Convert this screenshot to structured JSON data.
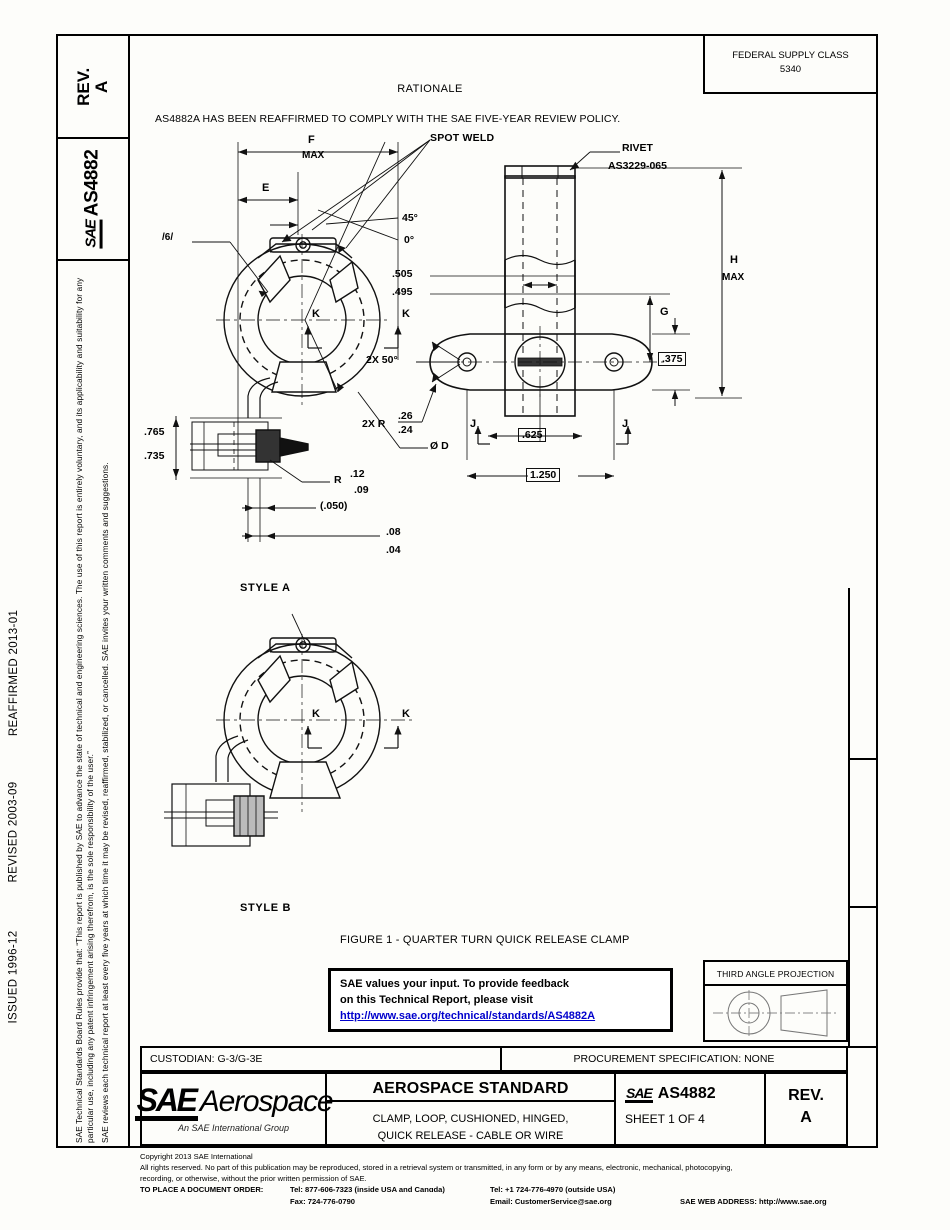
{
  "sidebar": {
    "rev_label": "REV.",
    "rev_value": "A",
    "sae_mark": "SAE",
    "as_number": "AS4882",
    "legal_paragraph_1": "SAE Technical Standards Board Rules provide that: “This report is published by SAE to advance the state of technical and engineering sciences.  The use of this report is entirely voluntary, and its applicability and suitability for any particular use, including any patent infringement arising therefrom, is the sole responsibility of the user.”",
    "legal_paragraph_2": "SAE reviews each technical report at least every five years at which time it may be revised, reaffirmed, stabilized, or cancelled.  SAE invites your written comments and suggestions."
  },
  "dates": {
    "reaffirmed": "REAFFIRMED 2013-01",
    "revised": "REVISED 2003-09",
    "issued": "ISSUED 1996-12"
  },
  "federal_supply_class": {
    "label": "FEDERAL SUPPLY CLASS",
    "value": "5340"
  },
  "rationale": {
    "title": "RATIONALE",
    "body": "AS4882A HAS BEEN REAFFIRMED TO COMPLY WITH THE SAE FIVE-YEAR REVIEW POLICY."
  },
  "drawing": {
    "figure_caption": "FIGURE 1 - QUARTER TURN QUICK RELEASE CLAMP",
    "style_a_label": "STYLE A",
    "style_b_label": "STYLE B",
    "labels": {
      "spot_weld": "SPOT WELD",
      "f": "F",
      "f_max": "MAX",
      "e": "E",
      "note_6": "/6/",
      "angle_45": "45°",
      "angle_0": "0°",
      "k": "K",
      "dia_d": "Ø D",
      "d_765": ".765",
      "d_735": ".735",
      "r_label": "R",
      "r_12": ".12",
      "r_09": ".09",
      "ref_050": "(.050)",
      "d_08": ".08",
      "d_04": ".04",
      "rivet": "RIVET",
      "rivet_pn": "AS3229-065",
      "d_505": ".505",
      "d_495": ".495",
      "h": "H",
      "h_max": "MAX",
      "g": "G",
      "d_375": ".375",
      "d_625": ".625",
      "d_1250": "1.250",
      "j": "J",
      "angle_2x50": "2X 50°",
      "r_2x": "2X R",
      "r_26": ".26",
      "r_24": ".24"
    }
  },
  "feedback": {
    "line1": "SAE values your input. To provide feedback",
    "line2": "on this Technical Report, please visit",
    "link": "http://www.sae.org/technical/standards/AS4882A",
    "link_color": "#0000cc"
  },
  "third_angle": {
    "title": "THIRD ANGLE PROJECTION"
  },
  "custodian": {
    "label": "CUSTODIAN: G-3/G-3E",
    "procurement": "PROCUREMENT SPECIFICATION: NONE"
  },
  "title_block": {
    "logo_sae": "SAE",
    "logo_aerospace": "Aerospace",
    "logo_sub": "An SAE International Group",
    "standard": "AEROSPACE STANDARD",
    "desc_line1": "CLAMP, LOOP, CUSHIONED, HINGED,",
    "desc_line2": "QUICK RELEASE - CABLE OR WIRE",
    "doc_sae_mark": "SAE",
    "doc_number": "AS4882",
    "sheet": "SHEET 1 OF 4",
    "rev_label": "REV.",
    "rev_value": "A"
  },
  "footer": {
    "copyright": "Copyright 2013 SAE International",
    "rights_line1": "All rights reserved. No part of this publication may be reproduced, stored in a retrieval system or transmitted, in any form or by any means, electronic, mechanical, photocopying,",
    "rights_line2": "recording, or otherwise, without the prior written permission of SAE.",
    "order_label": "TO PLACE A DOCUMENT ORDER:",
    "tel_inside": "Tel: 877-606-7323 (inside USA and Canɑda)",
    "tel_outside": "Tel: +1 724-776-4970 (outside USA)",
    "fax": "Fax: 724-776-0790",
    "email": "Email: CustomerService@sae.org",
    "web": "SAE WEB ADDRESS: http://www.sae.org"
  }
}
